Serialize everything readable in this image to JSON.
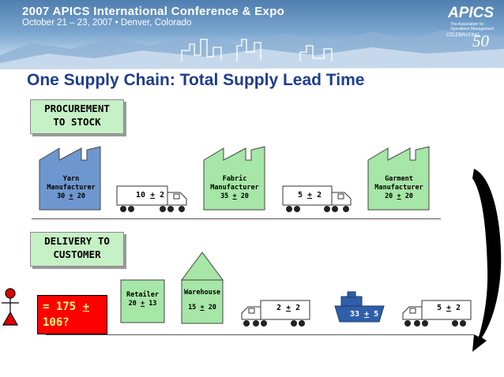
{
  "banner": {
    "conference_title": "2007 APICS International Conference & Expo",
    "conference_dates": "October 21 – 23, 2007 • Denver, Colorado",
    "logo": "APICS",
    "logo_tagline": "The Association for Operations Management",
    "celebrating": "CELEBRATING",
    "celebrating_number": "50"
  },
  "title": "One Supply Chain: Total Supply Lead Time",
  "procurement": {
    "label_line1": "PROCUREMENT",
    "label_line2": "TO STOCK",
    "yarn": {
      "line1": "Yarn",
      "line2": "Manufacturer",
      "num": "30",
      "pm": "+",
      "dev": "20"
    },
    "truck1": {
      "num": "10",
      "pm": "+",
      "dev": "2"
    },
    "fabric": {
      "line1": "Fabric",
      "line2": "Manufacturer",
      "num": "35",
      "pm": "+",
      "dev": "20"
    },
    "truck2": {
      "num": "5",
      "pm": "+",
      "dev": "2"
    },
    "garment": {
      "line1": "Garment",
      "line2": "Manufacturer",
      "num": "20",
      "pm": "+",
      "dev": "20"
    }
  },
  "delivery": {
    "label_line1": "DELIVERY TO",
    "label_line2": "CUSTOMER",
    "total": {
      "prefix": "= 175",
      "pm": "+",
      "line2": "106?"
    },
    "retailer": {
      "line1": "Retailer",
      "num": "20",
      "pm": "+",
      "dev": "13"
    },
    "warehouse": {
      "line1": "Warehouse",
      "num": "15",
      "pm": "+",
      "dev": "20"
    },
    "truck3": {
      "num": "2",
      "pm": "+",
      "dev": "2"
    },
    "ship": {
      "num": "33",
      "pm": "+",
      "dev": "5"
    },
    "truck4": {
      "num": "5",
      "pm": "+",
      "dev": "2"
    }
  },
  "colors": {
    "title_blue": "#1f3c8f",
    "box_green": "#c6f0c6",
    "total_red": "#ff0000",
    "total_text": "#ffff80",
    "ship_blue": "#2f5fa8",
    "person_red": "#e00000"
  }
}
